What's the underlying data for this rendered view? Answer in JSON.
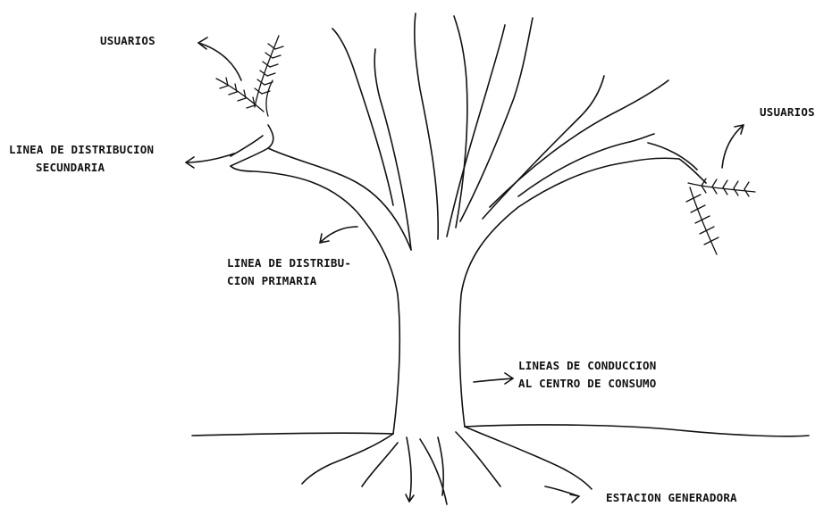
{
  "labels": {
    "usuarios_left": "USUARIOS",
    "usuarios_right": "USUARIOS",
    "secundaria_line1": "LINEA DE DISTRIBUCION",
    "secundaria_line2": "SECUNDARIA",
    "primaria_line1": "LINEA DE DISTRIBU-",
    "primaria_line2": "CION PRIMARIA",
    "conduccion_line1": "LINEAS DE CONDUCCION",
    "conduccion_line2": "AL CENTRO DE CONSUMO",
    "generadora": "ESTACION GENERADORA"
  },
  "colors": {
    "ink": "#111111",
    "background": "#ffffff"
  }
}
